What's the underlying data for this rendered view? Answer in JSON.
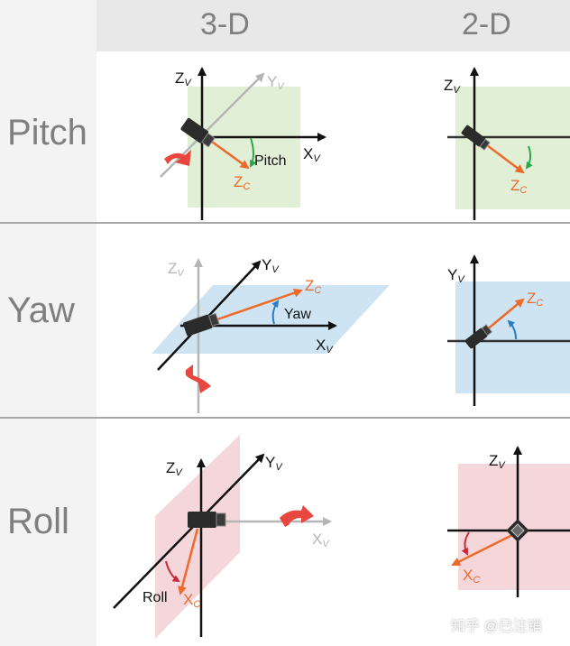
{
  "columns": {
    "three_d": "3-D",
    "two_d": "2-D"
  },
  "rows": {
    "pitch": "Pitch",
    "yaw": "Yaw",
    "roll": "Roll"
  },
  "axes": {
    "zv_main": "Z",
    "zv_sub": "V",
    "yv_main": "Y",
    "yv_sub": "V",
    "xv_main": "X",
    "xv_sub": "V",
    "zc_main": "Z",
    "zc_sub": "C",
    "xc_main": "X",
    "xc_sub": "C"
  },
  "angle_labels": {
    "pitch": "Pitch",
    "yaw": "Yaw",
    "roll": "Roll"
  },
  "watermark": "知乎 @已注销",
  "colors": {
    "pitch_plane": "#e2efd7",
    "yaw_plane": "#cfe4f2",
    "roll_plane": "#f4d6db",
    "camera_axis": "#ee6a2a",
    "pitch_arc": "#2aa84a",
    "yaw_arc": "#2a7dc4",
    "roll_arc": "#c8283a",
    "rotation_marker": "#e8473f",
    "grey_axis": "#b5b5b5"
  }
}
